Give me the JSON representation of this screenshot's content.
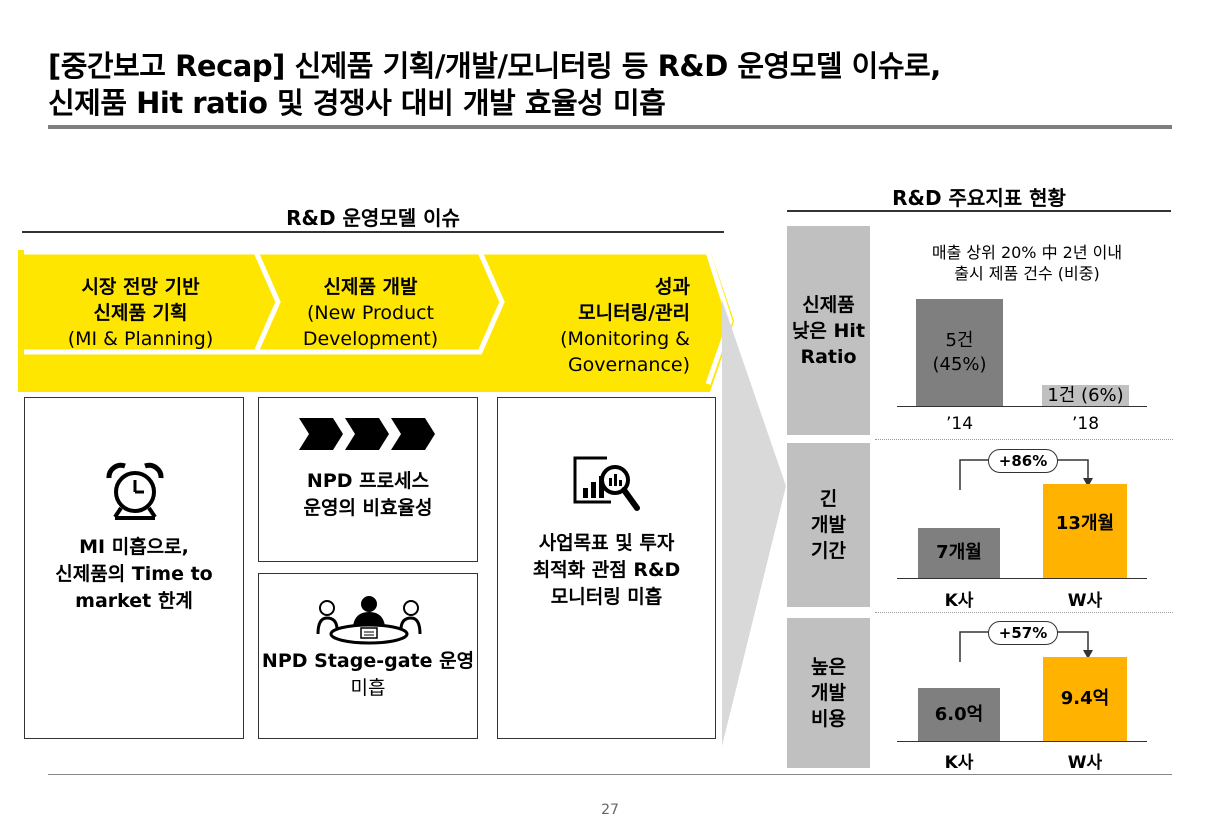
{
  "title": {
    "line1": "[중간보고 Recap] 신제품 기획/개발/모니터링 등 R&D 운영모델 이슈로,",
    "line2": "신제품 Hit ratio 및 경쟁사 대비 개발 효율성 미흡"
  },
  "left": {
    "header": "R&D 운영모델 이슈",
    "phases": [
      {
        "line1": "시장 전망 기반",
        "line2": "신제품 기획",
        "line3": "(MI & Planning)"
      },
      {
        "line1": "신제품 개발",
        "line2": "(New Product",
        "line3": "Development)"
      },
      {
        "line1": "성과",
        "line2": "모니터링/관리",
        "line3": "(Monitoring &",
        "line4": "Governance)"
      }
    ],
    "boxes": {
      "mi": {
        "line1": "MI 미흡으로,",
        "line2": "신제품의 Time to",
        "line3": "market 한계",
        "icon": "alarm-clock-icon"
      },
      "npd_process": {
        "line1": "NPD 프로세스",
        "line2": "운영의 비효율성",
        "icon": "process-chevrons-icon"
      },
      "stage_gate": {
        "line1": "NPD Stage-gate 운영",
        "line2": "미흡",
        "icon": "meeting-icon"
      },
      "monitoring": {
        "line1": "사업목표 및 투자",
        "line2": "최적화 관점 R&D",
        "line3": "모니터링 미흡",
        "icon": "analytics-magnifier-icon"
      }
    }
  },
  "right": {
    "header": "R&D 주요지표 현황",
    "hit": {
      "label_line1": "신제품",
      "label_line2": "낮은 Hit",
      "label_line3": "Ratio",
      "subtitle1": "매출 상위 20% 中 2년 이내",
      "subtitle2": "출시 제품 건수 (비중)",
      "chart_data": {
        "type": "bar",
        "categories": [
          "’14",
          "’18"
        ],
        "values": [
          5,
          1
        ],
        "labels_line1": [
          "5건",
          "1건 (6%)"
        ],
        "labels_line2": [
          "(45%)",
          ""
        ],
        "share_pct": [
          45,
          6
        ]
      }
    },
    "period": {
      "label_line1": "긴",
      "label_line2": "개발",
      "label_line3": "기간",
      "badge": "+86%",
      "chart_data": {
        "type": "bar",
        "categories": [
          "K사",
          "W사"
        ],
        "values": [
          7,
          13
        ],
        "labels": [
          "7개월",
          "13개월"
        ]
      }
    },
    "cost": {
      "label_line1": "높은",
      "label_line2": "개발",
      "label_line3": "비용",
      "badge": "+57%",
      "chart_data": {
        "type": "bar",
        "categories": [
          "K사",
          "W사"
        ],
        "values": [
          6.0,
          9.4
        ],
        "labels": [
          "6.0억",
          "9.4억"
        ]
      }
    }
  },
  "colors": {
    "yellow": "#ffe600",
    "amber": "#ffb300",
    "dark_gray": "#7f7f7f",
    "light_gray": "#c0c0c0"
  },
  "page_number": "27"
}
